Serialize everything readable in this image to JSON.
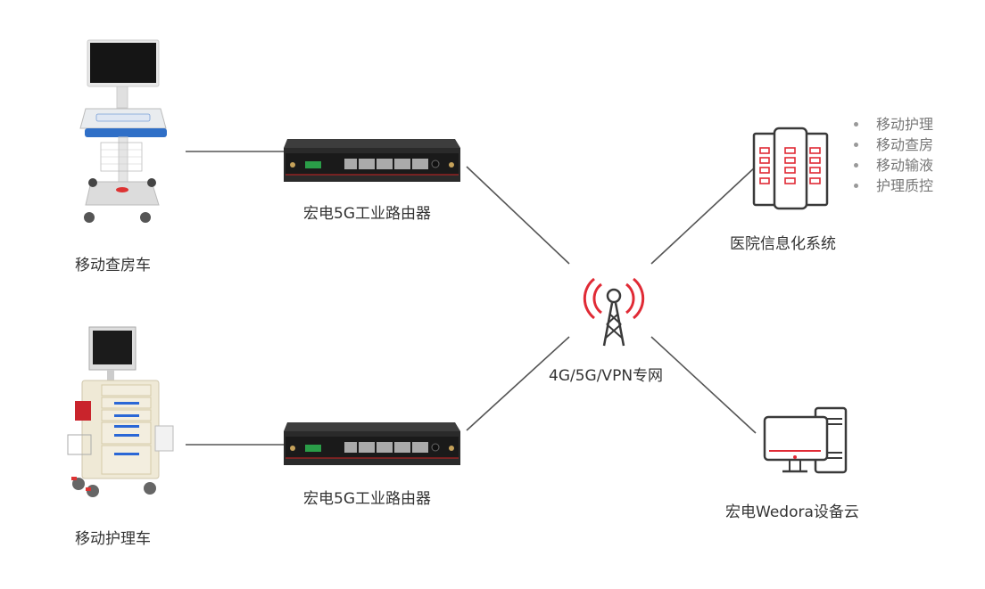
{
  "nodes": {
    "cart_rounds": {
      "label": "移动查房车",
      "icon": "medical-computer-cart"
    },
    "cart_nursing": {
      "label": "移动护理车",
      "icon": "nursing-medication-cart"
    },
    "router_top": {
      "label": "宏电5G工业路由器",
      "icon": "industrial-router"
    },
    "router_bottom": {
      "label": "宏电5G工业路由器",
      "icon": "industrial-router"
    },
    "network": {
      "label": "4G/5G/VPN专网",
      "icon": "signal-tower"
    },
    "his": {
      "label": "医院信息化系统",
      "icon": "server-rack"
    },
    "cloud": {
      "label": "宏电Wedora设备云",
      "icon": "desktop-computer"
    }
  },
  "his_features": [
    "移动护理",
    "移动查房",
    "移动输液",
    "护理质控"
  ],
  "colors": {
    "accent_red": "#e02a35",
    "line": "#555555",
    "icon_dark": "#3a3a3a",
    "text": "#333333",
    "bullet_text": "#777777"
  }
}
